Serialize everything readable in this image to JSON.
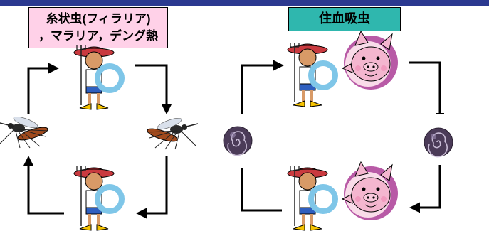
{
  "left_cycle": {
    "label_line1": "糸状虫(フィラリア)",
    "label_line2": "，マラリア，デング熱",
    "label_bg": "#ffd1e8"
  },
  "right_cycle": {
    "label": "住血吸虫",
    "label_bg": "#2fb7ae"
  },
  "colors": {
    "top_band": "#2b3990",
    "arrow": "#000000",
    "pig_body": "#f4b6cf",
    "pig_ring": "#b85aa6",
    "hat": "#b3262b",
    "fins": "#f6c300",
    "float_ring": "#7fc6e8",
    "snail": "#4b3b58"
  },
  "icons": [
    "human-icon",
    "mosquito-icon",
    "pig-icon",
    "snail-icon"
  ]
}
